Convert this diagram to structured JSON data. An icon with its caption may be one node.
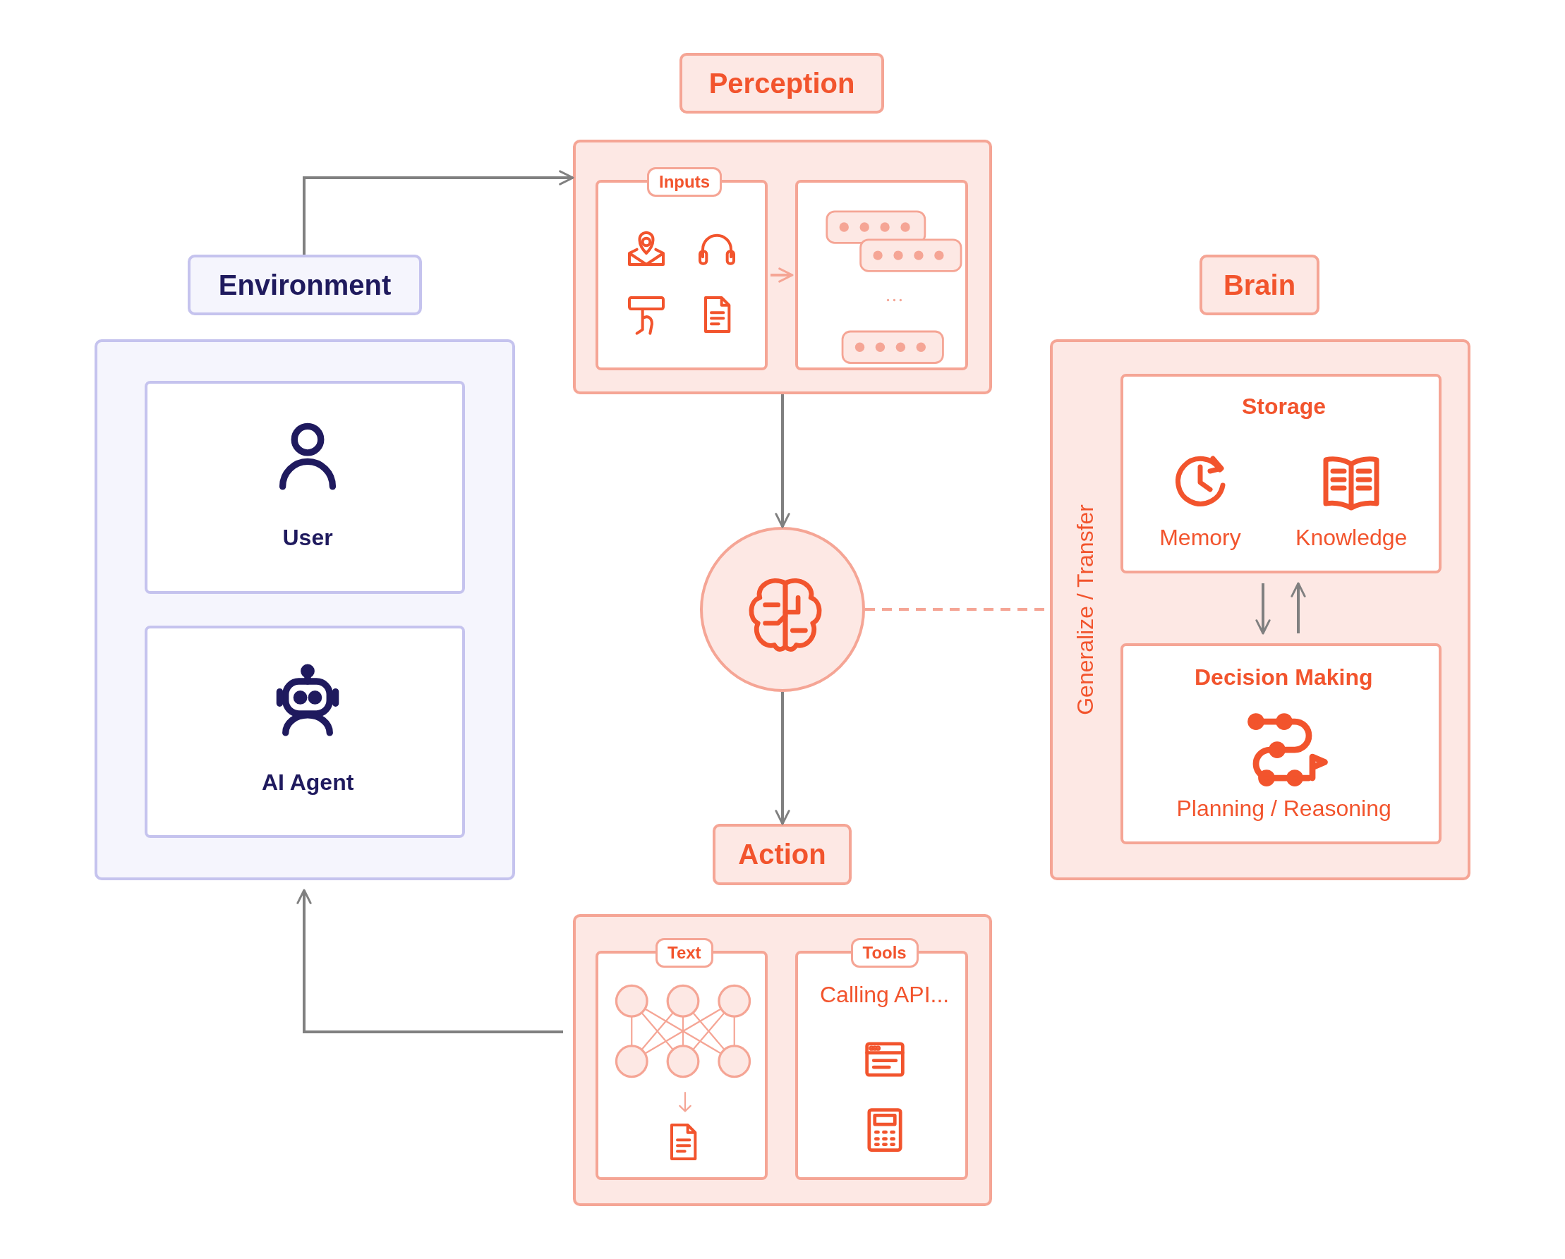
{
  "diagram": {
    "nodes": [
      {
        "text": [
          "Environment"
        ]
      },
      {
        "text": [
          "User"
        ],
        "in": 0
      },
      {
        "text": [
          "AI Agent"
        ],
        "in": 0
      },
      {
        "text": [
          "Perception"
        ]
      },
      {
        "text": [
          "Inputs"
        ],
        "in": 3
      },
      {
        "text": [],
        "shape": "box",
        "in": 3
      },
      {
        "text": [],
        "shape": "circle"
      },
      {
        "text": [
          "Brain",
          "Generalize / Transfer"
        ]
      },
      {
        "text": [
          "Storage",
          "Memory",
          "Knowledge"
        ],
        "in": 7
      },
      {
        "text": [
          "Decision Making",
          "Planning / Reasoning"
        ],
        "in": 7
      },
      {
        "text": [
          "Action"
        ]
      },
      {
        "text": [
          "Text"
        ],
        "in": 10
      },
      {
        "text": [
          "Tools",
          "Calling API..."
        ],
        "in": 10
      }
    ],
    "edges": [
      {
        "from": 0,
        "to": 3,
        "arrow": "to"
      },
      {
        "from": 4,
        "to": 5,
        "arrow": "to",
        "color": "#f5a595"
      },
      {
        "from": 3,
        "to": 6,
        "arrow": "to"
      },
      {
        "from": 6,
        "to": 10,
        "arrow": "to"
      },
      {
        "from": 6,
        "to": 7,
        "arrow": "none",
        "style": "dashed",
        "color": "#f5a595"
      },
      {
        "from": 8,
        "to": 9,
        "arrow": "to"
      },
      {
        "from": 9,
        "to": 8,
        "arrow": "to"
      },
      {
        "from": 10,
        "to": 0,
        "arrow": "to"
      }
    ]
  }
}
